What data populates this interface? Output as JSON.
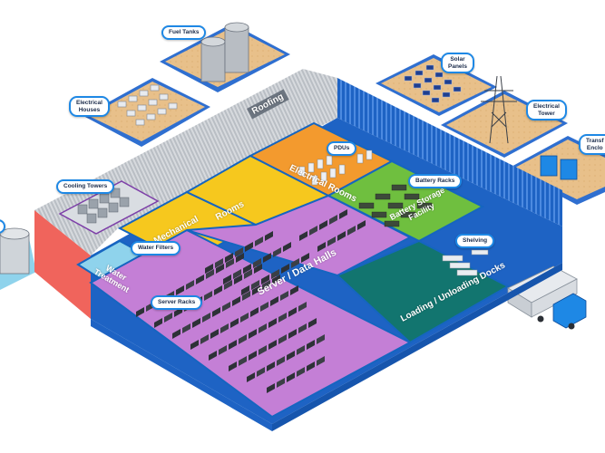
{
  "callouts": {
    "fuel_tanks": "Fuel Tanks",
    "electrical_houses": [
      "Electrical",
      "Houses"
    ],
    "solar_panels": [
      "Solar",
      "Panels"
    ],
    "electrical_tower": [
      "Electrical",
      "Tower"
    ],
    "transformer_enclosure": [
      "Transf",
      "Enclo"
    ],
    "cooling_towers": "Cooling Towers",
    "water_filters": "Water Filters",
    "pdus": "PDUs",
    "battery_racks": "Battery Racks",
    "shelving": "Shelving",
    "server_racks": "Server Racks",
    "left_partial": "p"
  },
  "zones": {
    "roofing": "Roofing",
    "electrical_rooms": "Electrical Rooms",
    "mechanical": "Mechanical",
    "rooms": "Rooms",
    "battery_storage": [
      "Battery Storage",
      "Facility"
    ],
    "water_treatment": [
      "Water",
      "Treatment"
    ],
    "server_data_halls": "Server / Data Halls",
    "loading_docks": "Loading / Unloading Docks"
  },
  "colors": {
    "outline": "#1565c0",
    "wall": "#1e63c4",
    "roof": "#cfd3d8",
    "electrical_rooms": "#f39a2e",
    "mechanical": "#f6c81e",
    "battery": "#6fbf3f",
    "water_treatment": "#8fd3ec",
    "server_halls": "#c47fd6",
    "loading_docks": "#12756f",
    "sand": "#e8c08a",
    "end_wall": "#f0645c",
    "callout_border": "#1e88e5"
  }
}
